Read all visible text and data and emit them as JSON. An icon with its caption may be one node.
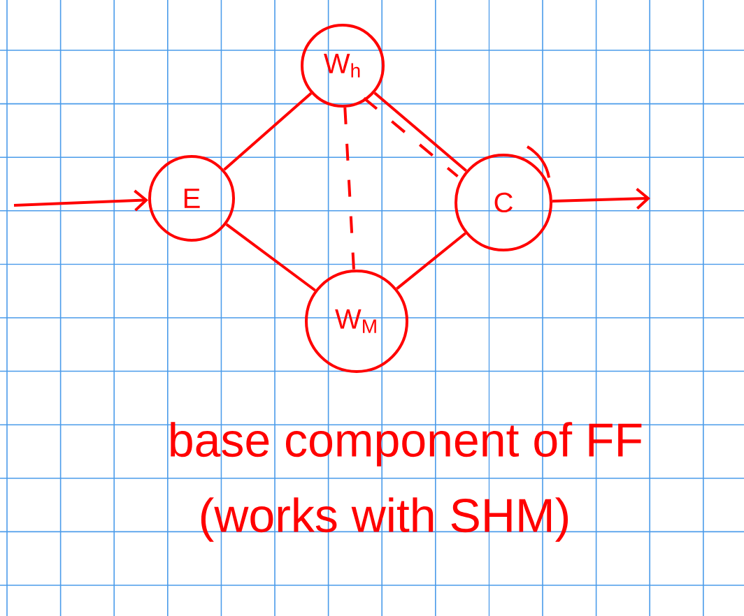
{
  "diagram": {
    "nodes": [
      {
        "text": [
          "E"
        ]
      },
      {
        "text": [
          "W$_{h}$"
        ]
      },
      {
        "text": [
          "C"
        ]
      },
      {
        "text": [
          "W$_{M}$"
        ]
      }
    ],
    "edges": [
      {
        "from": null,
        "to": 0,
        "arrow": "to"
      },
      {
        "from": 0,
        "to": 1,
        "arrow": "none"
      },
      {
        "from": 1,
        "to": 2,
        "arrow": "none"
      },
      {
        "from": 1,
        "to": 2,
        "arrow": "none",
        "style": "dashed"
      },
      {
        "from": 1,
        "to": 3,
        "arrow": "none",
        "style": "dashed"
      },
      {
        "from": 0,
        "to": 3,
        "arrow": "none"
      },
      {
        "from": 3,
        "to": 2,
        "arrow": "none"
      },
      {
        "from": 2,
        "to": null,
        "arrow": "to"
      }
    ],
    "labels": [
      "base component of FF",
      "(works with SHM)"
    ]
  }
}
